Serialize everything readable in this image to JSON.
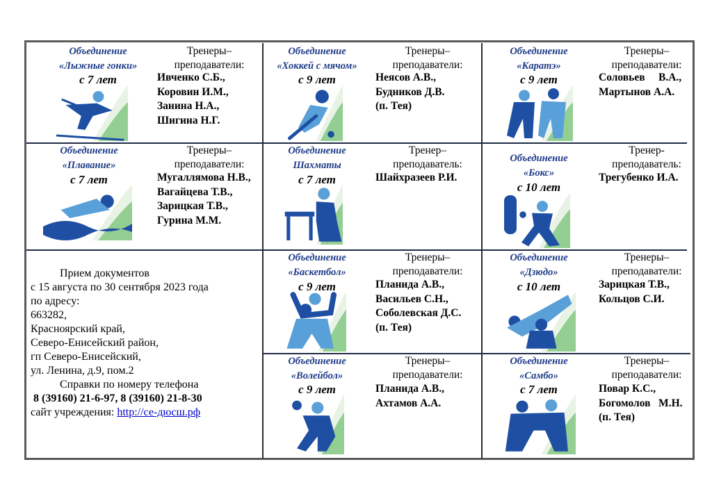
{
  "blocks": [
    {
      "title1": "Объединение",
      "title2": "«Лыжные гонки»",
      "age": "с 7 лет",
      "role1": "Тренеры–",
      "role2": "преподаватели:",
      "trainers": [
        "Ивченко С.Б.,",
        "Коровин И.М.,",
        "Занина Н.А.,",
        "Шигина Н.Г."
      ],
      "icon": "skier-icon"
    },
    {
      "title1": "Объединение",
      "title2": "«Хоккей с мячом»",
      "age": "с 9 лет",
      "role1": "Тренеры–",
      "role2": "преподаватели:",
      "trainers": [
        "Неясов А.В.,",
        "Будников Д.В.",
        "(п. Тея)"
      ],
      "icon": "hockey-player-icon"
    },
    {
      "title1": "Объединение",
      "title2": "«Каратэ»",
      "age": "с 9 лет",
      "role1": "Тренеры–",
      "role2": "преподаватели:",
      "trainers": [
        "Соловьев     В.А.,",
        "Мартынов А.А."
      ],
      "icon": "karate-icon"
    },
    {
      "title1": "Объединение",
      "title2": "«Плавание»",
      "age": "с 7 лет",
      "role1": "Тренеры–",
      "role2": "преподаватели:",
      "trainers": [
        "Мугаллямова Н.В.,",
        "Вагайцева Т.В.,",
        "Зарицкая Т.В.,",
        "Гурина М.М."
      ],
      "icon": "swimmer-icon"
    },
    {
      "title1": "Объединение",
      "title2": "Шахматы",
      "age": "с 7 лет",
      "role1": "Тренер–",
      "role2": "преподаватель:",
      "trainers": [
        "Шайхразеев Р.И."
      ],
      "icon": "chess-icon"
    },
    {
      "title1": "Объединение",
      "title2": "«Бокс»",
      "age": "с 10 лет",
      "role1": "Тренер-",
      "role2": "преподаватель:",
      "trainers": [
        "Трегубенко И.А."
      ],
      "icon": "boxer-icon"
    },
    {
      "title1": "Объединение",
      "title2": "«Баскетбол»",
      "age": "с 9 лет",
      "role1": "Тренеры–",
      "role2": "преподаватели:",
      "trainers": [
        "Планида А.В.,",
        "Васильев С.Н.,",
        "Соболевская Д.С.",
        "(п. Тея)"
      ],
      "icon": "basketball-icon"
    },
    {
      "title1": "Объединение",
      "title2": "«Дзюдо»",
      "age": "с 10 лет",
      "role1": "Тренеры–",
      "role2": "преподаватели:",
      "trainers": [
        "Зарицкая Т.В.,",
        "Кольцов С.И."
      ],
      "icon": "judo-icon"
    },
    {
      "title1": "Объединение",
      "title2": "«Волейбол»",
      "age": "с 9 лет",
      "role1": "Тренеры–",
      "role2": "преподаватели:",
      "trainers": [
        "Планида А.В.,",
        "Ахтамов А.А."
      ],
      "icon": "volleyball-icon"
    },
    {
      "title1": "Объединение",
      "title2": "«Самбо»",
      "age": "с 7 лет",
      "role1": "Тренеры–",
      "role2": "преподаватели:",
      "trainers": [
        "Повар К.С.,",
        "Богомолов   М.Н.",
        "(п. Тея)"
      ],
      "icon": "sambo-icon"
    }
  ],
  "info": {
    "line1": "Прием документов",
    "line2": "с 15 августа по 30 сентября 2023 года",
    "line3": "по адресу:",
    "line4": "663282,",
    "line5": "Красноярский край,",
    "line6": "Северо-Енисейский район,",
    "line7": "гп Северо-Енисейский,",
    "line8": "ул. Ленина, д.9, пом.2",
    "line9": "Справки по номеру телефона",
    "phone1": "8 (39160) 21-6-97",
    "phone_sep": ", ",
    "phone2": "8 (39160) 21-8-30",
    "site_label": "сайт учреждения: ",
    "site_url": "http://се-дюсш.рф"
  },
  "colors": {
    "title": "#1f3c88",
    "icon_blue": "#1e4fa3",
    "icon_light": "#5aa0d8",
    "icon_green": "#4caf50",
    "link": "#0000cc"
  }
}
